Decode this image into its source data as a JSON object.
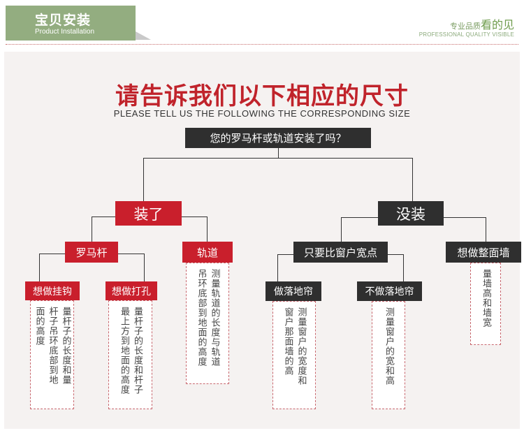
{
  "header": {
    "title": "宝贝安装",
    "subtitle": "Product Installation"
  },
  "brand": {
    "small": "专业品质",
    "big": "看的见",
    "sub": "PROFESSIONAL QUALITY VISIBLE"
  },
  "headline": "请告诉我们以下相应的尺寸",
  "subheadline": "PLEASE TELL US THE FOLLOWING THE CORRESPONDING SIZE",
  "question": "您的罗马杆或轨道安装了吗？",
  "branches": {
    "installed": {
      "label": "装了",
      "roman_rod": {
        "label": "罗马杆",
        "hook": {
          "label": "想做挂钩",
          "note_col1": "量杆子的长度和量",
          "note_col2": "杆子吊环底部到地",
          "note_col3": "面的高度"
        },
        "punch": {
          "label": "想做打孔",
          "note_col1": "量杆子的长度和杆子",
          "note_col2": "最上方到地面的高度"
        }
      },
      "track": {
        "label": "轨道",
        "note_col1": "测量轨道的长度与轨道",
        "note_col2": "吊环底部到地面的高度"
      }
    },
    "not_installed": {
      "label": "没装",
      "wider": {
        "label": "只要比窗户宽点",
        "floor": {
          "label": "做落地帘",
          "note_col1": "测量窗户的宽度和",
          "note_col2": "窗户那面墙的高"
        },
        "nonfloor": {
          "label": "不做落地帘",
          "note_col1": "测量窗户的宽和高"
        }
      },
      "wall": {
        "label": "想做整面墙",
        "note_col1": "量墙高和墙宽"
      }
    }
  },
  "colors": {
    "accent_red": "#c91f2c",
    "dark_box": "#2f2f2f",
    "header_green": "#93ad80",
    "headline_red": "#c0232b"
  }
}
